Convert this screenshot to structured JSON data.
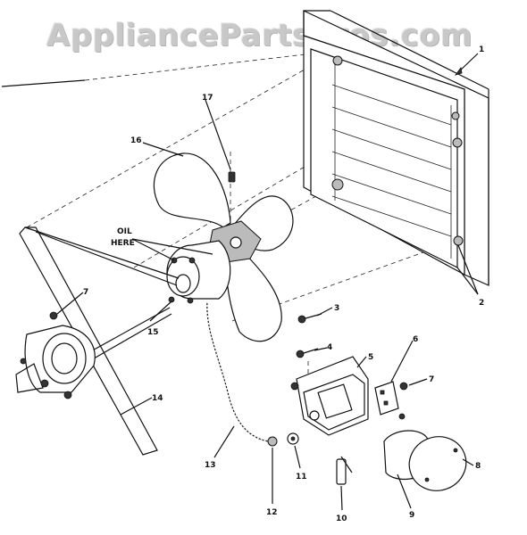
{
  "watermark": "AppliancePartsPros.com",
  "note": {
    "line1": "OIL",
    "line2": "HERE"
  },
  "parts": {
    "p1": "1",
    "p2": "2",
    "p3": "3",
    "p4": "4",
    "p5": "5",
    "p6": "6",
    "p7a": "7",
    "p7b": "7",
    "p8": "8",
    "p9": "9",
    "p10": "10",
    "p11": "11",
    "p12": "12",
    "p13": "13",
    "p14": "14",
    "p15": "15",
    "p16": "16",
    "p17": "17"
  }
}
